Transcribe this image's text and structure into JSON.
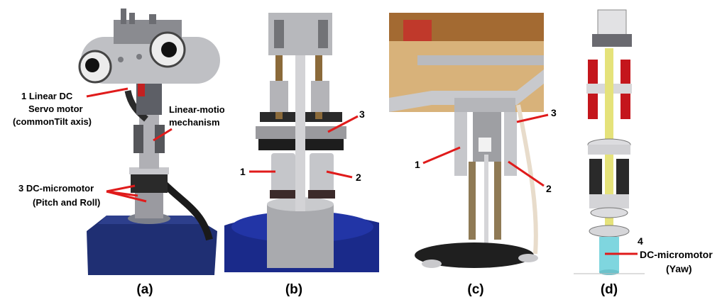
{
  "panels": {
    "a": {
      "caption": "(a)",
      "labels": {
        "linear_dc": "1 Linear DC",
        "servo_motor": "Servo motor",
        "common_tilt": "(commonTilt axis)",
        "linear_motion": "Linear-motion",
        "mechanism": "mechanism",
        "dc_micromotor_3": "3 DC-micromotor",
        "pitch_roll": "(Pitch and Roll)"
      }
    },
    "b": {
      "caption": "(b)",
      "labels": {
        "n1": "1",
        "n2": "2",
        "n3": "3"
      }
    },
    "c": {
      "caption": "(c)",
      "labels": {
        "n1": "1",
        "n2": "2",
        "n3": "3"
      }
    },
    "d": {
      "caption": "(d)",
      "labels": {
        "n4": "4",
        "dc_micromotor": "DC-micromotor",
        "yaw": "(Yaw)"
      }
    }
  },
  "colors": {
    "callout_line": "#e01b1b",
    "base_blue": "#1f2f73",
    "aluminum": "#b9b9bd",
    "cad_red": "#c4161c",
    "cad_yellow": "#e5e27a",
    "cad_cyan": "#7fd6df"
  }
}
